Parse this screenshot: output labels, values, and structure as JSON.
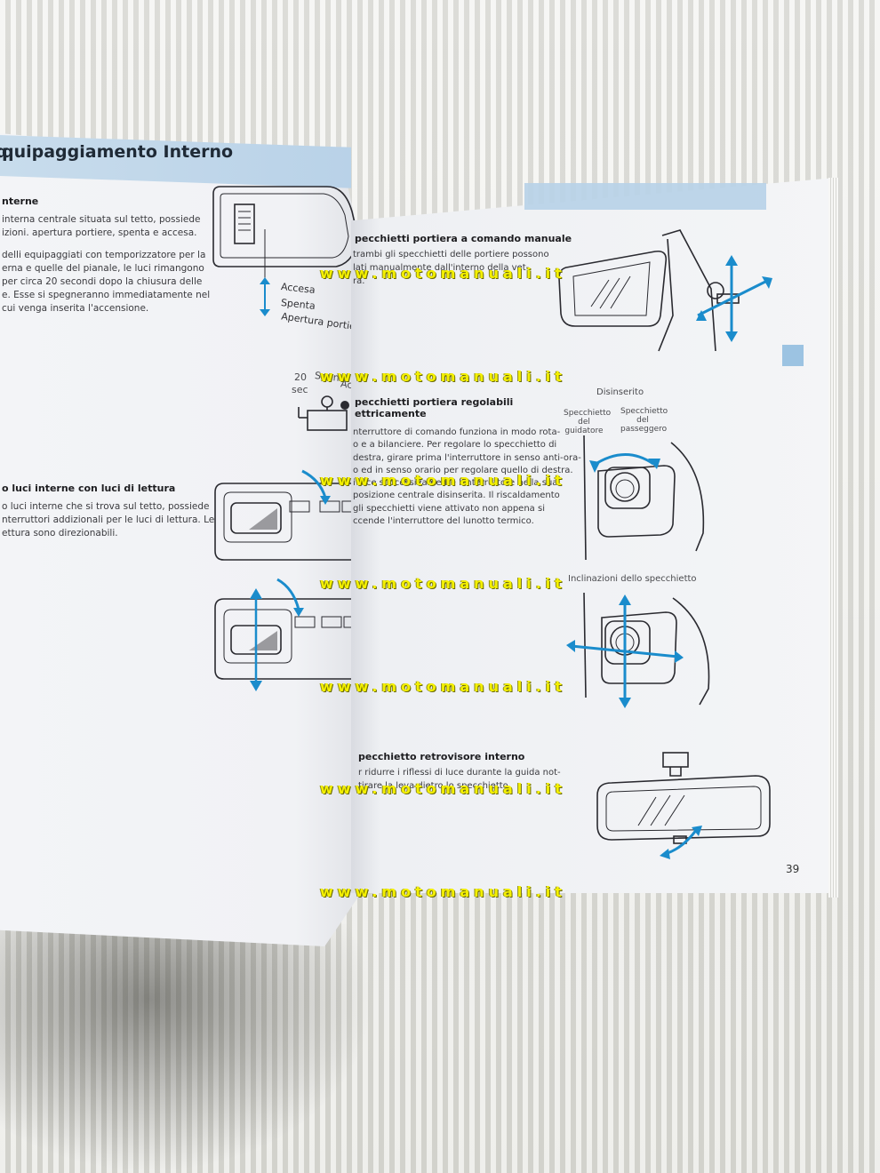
{
  "left_page": {
    "title": "quipaggiamento Interno",
    "title_mark": "Eq",
    "section1": {
      "heading": "nterne",
      "lines": [
        "interna centrale situata sul tetto, possiede",
        "izioni. apertura portiere, spenta e accesa.",
        "",
        "delli equipaggiati con temporizzatore per la",
        "erna e quelle del pianale, le luci rimangono",
        "per circa 20 secondi dopo la chiusura delle",
        "e. Esse si spegneranno immediatamente nel",
        "cui venga inserita l'accensione."
      ]
    },
    "switch_labels": [
      "Accesa",
      "Spenta",
      "Apertura portiere"
    ],
    "timer_labels": {
      "sec_num": "20",
      "sec": "sec",
      "spenta": "Spenta",
      "accesa": "Accesa"
    },
    "section2": {
      "heading": "o luci interne con luci di lettura",
      "lines": [
        "o luci interne che si trova sul tetto, possiede",
        "nterruttori addizionali per le luci di lettura. Le",
        "ettura sono direzionabili."
      ]
    }
  },
  "right_page": {
    "section1": {
      "heading": "pecchietti portiera a comando manuale",
      "lines": [
        "trambi gli specchietti delle portiere possono",
        "lati manualmente dall'interno della vet-",
        "ra."
      ]
    },
    "section2": {
      "heading_lines": [
        "pecchietti portiera regolabili",
        "ettricamente"
      ],
      "lines": [
        "nterruttore di comando funziona in modo rota-",
        "o e a bilanciere. Per regolare lo specchietto di",
        "destra, girare prima l'interruttore in senso anti-ora-",
        "o ed in senso orario per regolare quello di destra.",
        "ivece successivamente l'interruttore nella sua",
        "posizione centrale disinserita. Il riscaldamento",
        "gli specchietti viene attivato non appena si",
        "ccende l'interruttore del lunotto termico."
      ]
    },
    "fig_labels": {
      "disinserito": "Disinserito",
      "driver": [
        "Specchietto",
        "del",
        "guidatore"
      ],
      "passenger": [
        "Specchietto",
        "del",
        "passeggero"
      ],
      "inclinazioni": "Inclinazioni dello specchietto"
    },
    "section3": {
      "heading": "pecchietto retrovisore interno",
      "lines": [
        "r ridurre i riflessi di luce durante la guida not-",
        "tirare la leva dietro lo specchietto."
      ]
    },
    "page_number": "39"
  },
  "watermark": "www.motomanuali.it"
}
